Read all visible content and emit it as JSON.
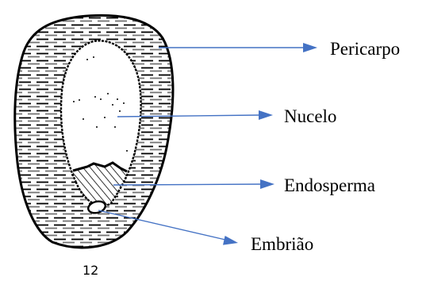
{
  "figure_number": "12",
  "labels": {
    "pericarp": "Pericarpo",
    "nucellus": "Nucelo",
    "endosperm": "Endosperma",
    "embryo": "Embrião"
  },
  "colors": {
    "arrow": "#4472C4",
    "ink": "#000000",
    "background": "#ffffff"
  }
}
